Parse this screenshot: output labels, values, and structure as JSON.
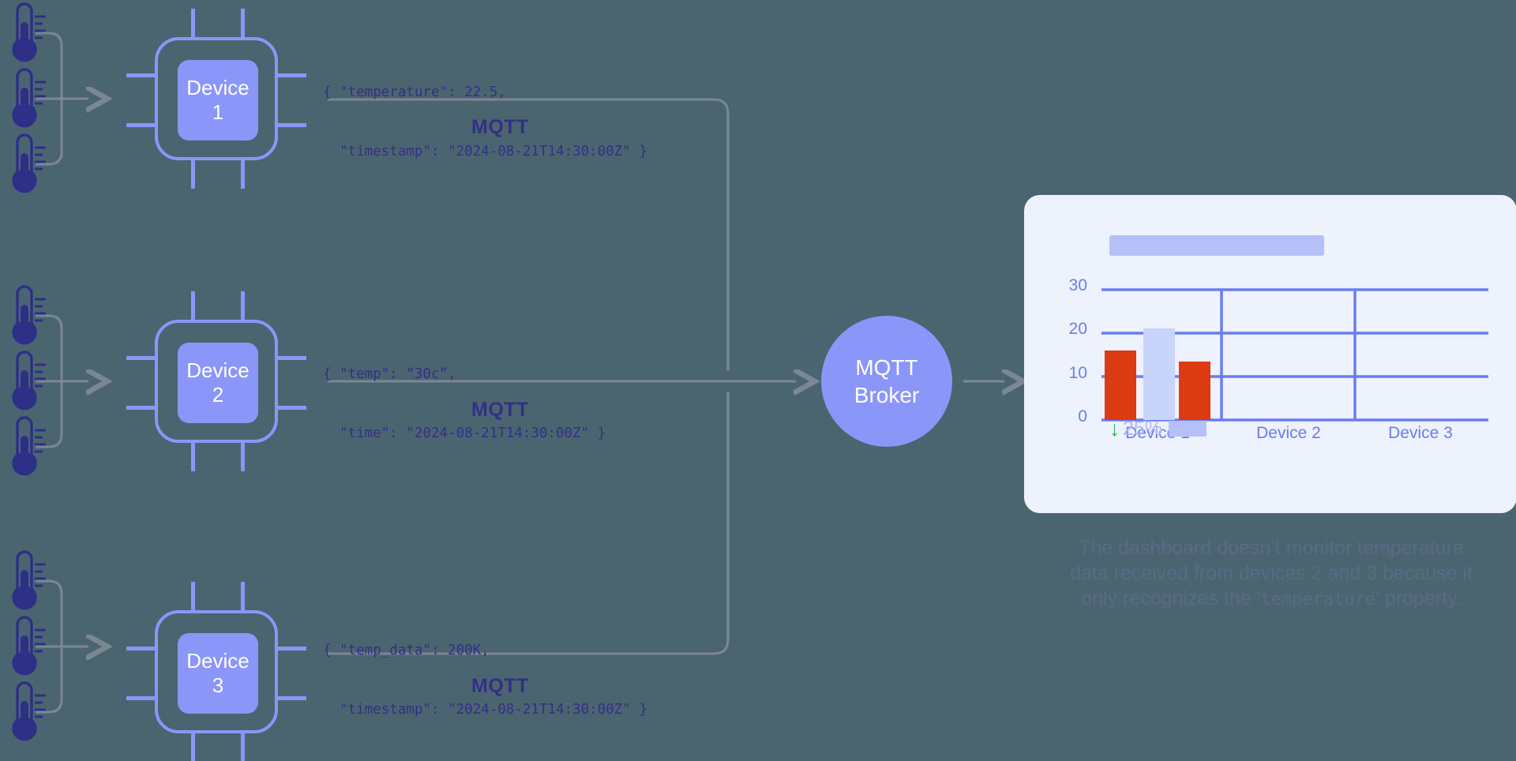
{
  "theme": {
    "background": "#4b6570",
    "device_accent": "#8b96f9",
    "text_indigo": "#332f86",
    "connector_grey": "#7b8894",
    "thermometer": "#2e2f86",
    "dashboard_bg": "#edf2fd",
    "bar_red": "#dc3a12",
    "bar_lavender": "#c9d4fb",
    "grid_blue": "#6b7cf0",
    "badge_green": "#22b356",
    "caption_grey": "#5a6a85"
  },
  "devices": [
    {
      "id": "device-1",
      "label_line1": "Device",
      "label_line2": "1",
      "payload_line1": "{ \"temperature\": 22.5,",
      "payload_line2": "  \"timestamp\": \"2024-08-21T14:30:00Z\" }",
      "protocol_label": "MQTT",
      "sensor_count": 3
    },
    {
      "id": "device-2",
      "label_line1": "Device",
      "label_line2": "2",
      "payload_line1": "{ \"temp\": “30c”,",
      "payload_line2": "  \"time\": \"2024-08-21T14:30:00Z\" }",
      "protocol_label": "MQTT",
      "sensor_count": 3
    },
    {
      "id": "device-3",
      "label_line1": "Device",
      "label_line2": "3",
      "payload_line1": "{ \"temp_data\": 200K,",
      "payload_line2": "  \"timestamp\": \"2024-08-21T14:30:00Z\" }",
      "protocol_label": "MQTT",
      "sensor_count": 3
    }
  ],
  "broker": {
    "label_line1": "MQTT",
    "label_line2": "Broker"
  },
  "dashboard": {
    "badge": {
      "arrow": "↓",
      "percent": "25%"
    }
  },
  "caption": {
    "line1": "The dashboard doesn’t monitor temperature",
    "line2": "data received from devices 2 and 3 because it",
    "line3_pre": "only recognizes the '",
    "line3_mono": "temperature",
    "line3_post": "' property."
  },
  "chart_data": {
    "type": "bar",
    "title": "",
    "xlabel": "",
    "ylabel": "",
    "categories": [
      "Device 1",
      "Device 2",
      "Device 3"
    ],
    "ytick_labels": [
      "30",
      "20",
      "10",
      "0"
    ],
    "ylim": [
      0,
      32
    ],
    "grid": true,
    "legend_position": "none",
    "series": [
      {
        "name": "series-1",
        "color": "#dc3a12",
        "values": [
          16,
          0,
          0
        ]
      },
      {
        "name": "series-2",
        "color": "#c9d4fb",
        "values": [
          21,
          0,
          0
        ]
      },
      {
        "name": "series-3",
        "color": "#dc3a12",
        "values": [
          13.5,
          0,
          0
        ]
      }
    ]
  }
}
